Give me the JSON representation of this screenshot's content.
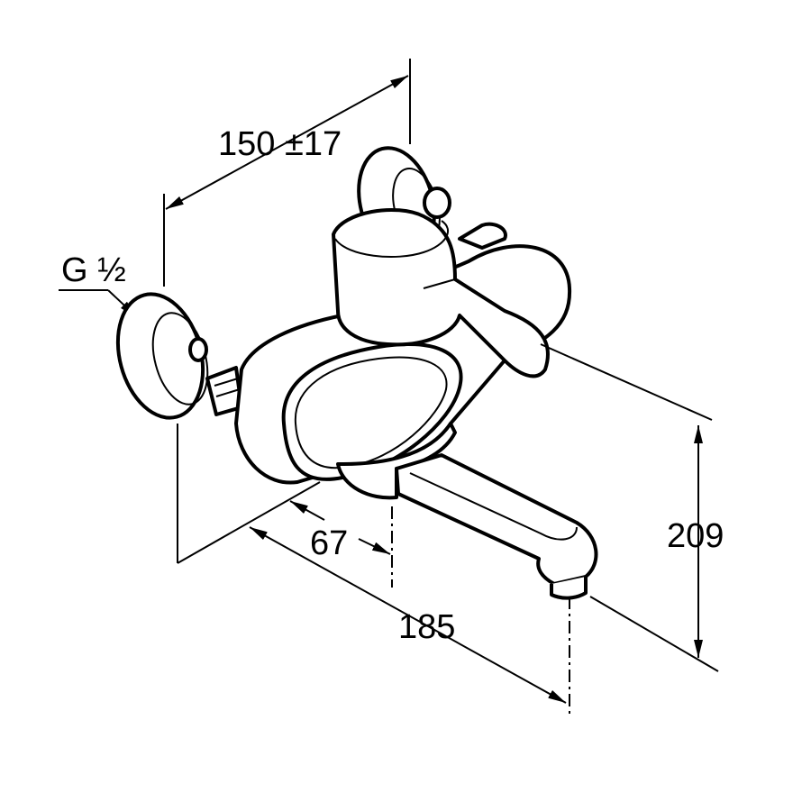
{
  "drawing": {
    "dimensions": {
      "connection_spacing": "150 ±17",
      "thread": "G ½",
      "wall_to_body": "67",
      "projection": "185",
      "height": "209"
    }
  }
}
